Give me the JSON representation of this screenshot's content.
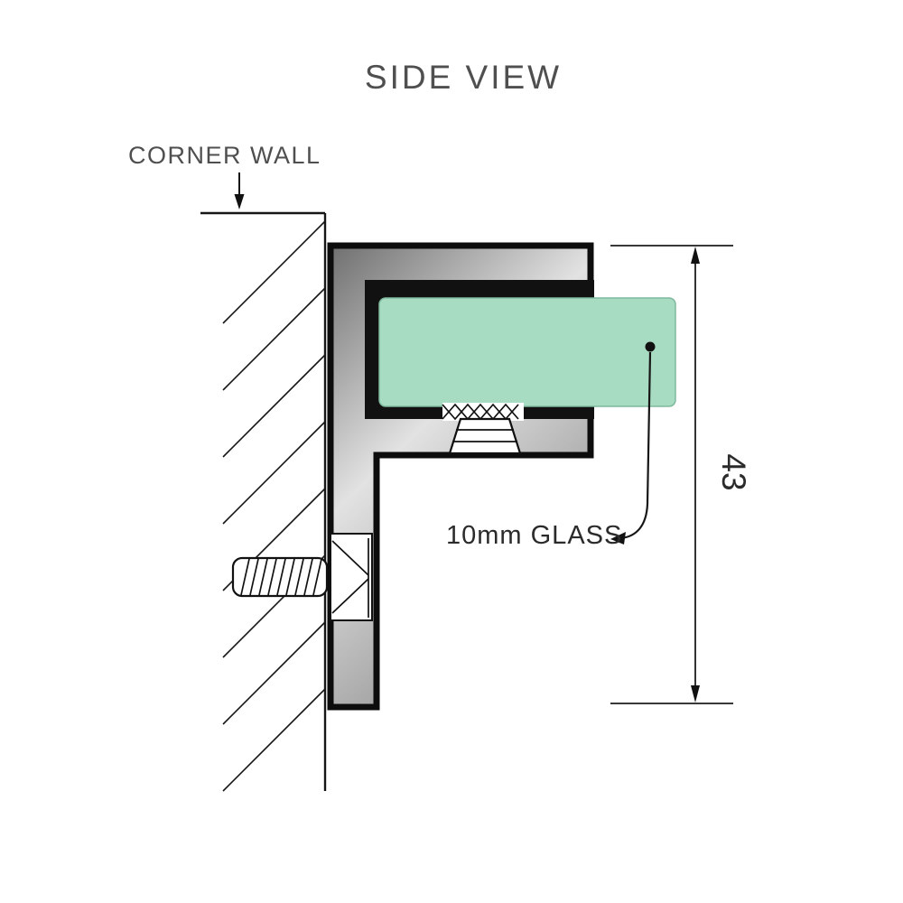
{
  "title": "SIDE VIEW",
  "annotations": {
    "corner_wall_label": "CORNER WALL",
    "glass_label": "10mm GLASS",
    "dimension_value": "43"
  },
  "colors": {
    "text_gray": "#4f4f4f",
    "text_dark": "#2b2b2b",
    "line_black": "#111111",
    "glass_fill": "#a8dcc2",
    "glass_stroke": "#7fb99d",
    "metal_dark": "#6f6f6f",
    "metal_light": "#e2e2e2",
    "metal_mid": "#8d8d8d"
  }
}
